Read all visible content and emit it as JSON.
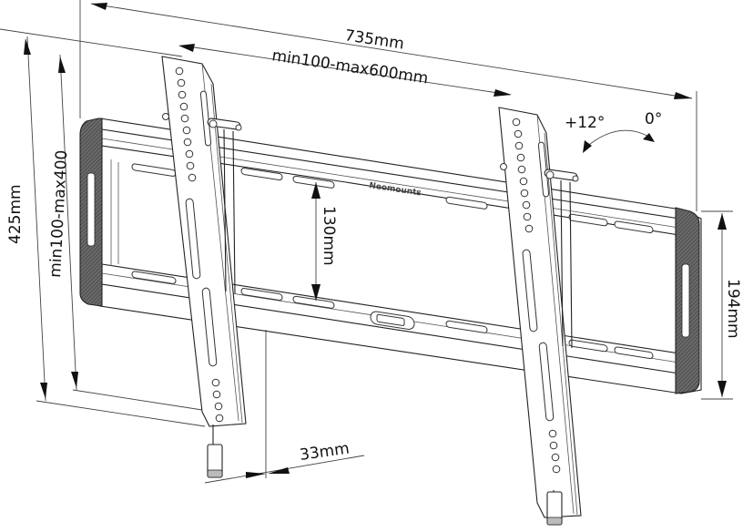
{
  "diagram": {
    "type": "technical-dimension-drawing",
    "subject": "tilting TV wall mount",
    "brand_label": "Neomounts",
    "colors": {
      "line": "#222222",
      "pad_fill": "#555555",
      "background": "#ffffff"
    }
  },
  "dimensions": {
    "overall_width": "735mm",
    "vesa_horizontal": "min100-max600mm",
    "bracket_height": "425mm",
    "vesa_vertical": "min100-max400",
    "rail_spacing": "130mm",
    "plate_height": "194mm",
    "wall_distance": "33mm"
  },
  "tilt": {
    "max_label": "+12°",
    "min_label": "0°"
  }
}
